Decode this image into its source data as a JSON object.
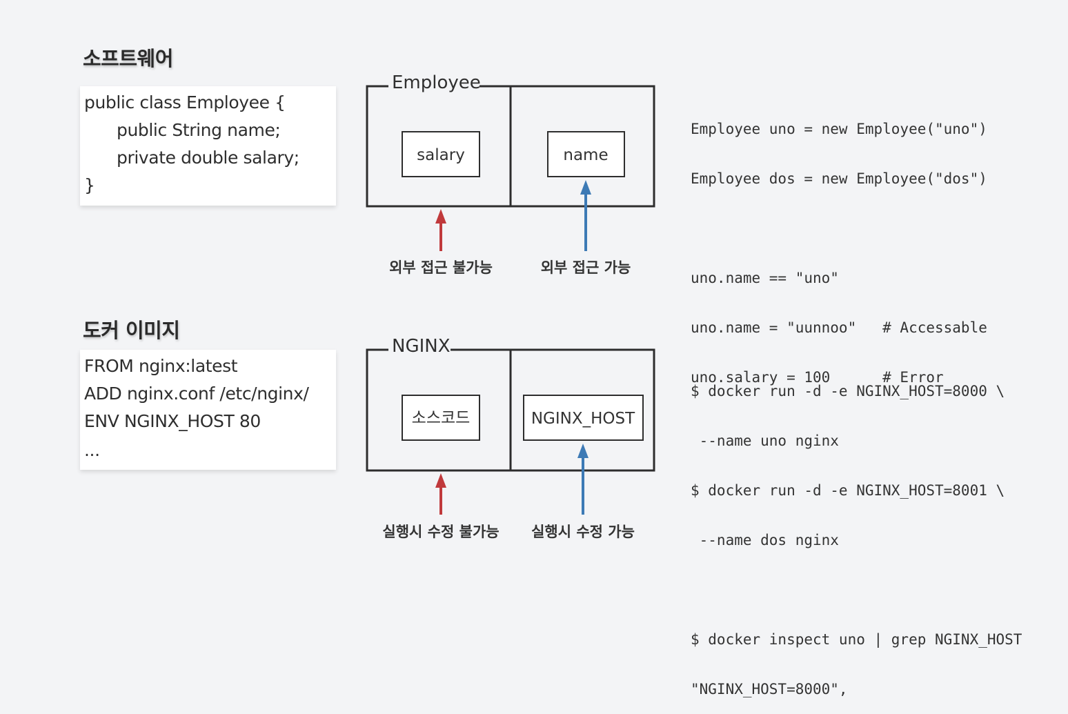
{
  "top": {
    "title": "소프트웨어",
    "code": [
      "public class Employee {",
      "public String name;",
      "private double salary;",
      "}"
    ],
    "box_label": "Employee",
    "left_field": "salary",
    "right_field": "name",
    "left_caption": "외부 접근 불가능",
    "right_caption": "외부 접근 가능",
    "console": [
      "Employee uno = new Employee(\"uno\")",
      "Employee dos = new Employee(\"dos\")",
      "",
      "uno.name == \"uno\"",
      "uno.name = \"uunnoo\"   # Accessable",
      "uno.salary = 100      # Error"
    ]
  },
  "bottom": {
    "title": "도커 이미지",
    "code": [
      "FROM nginx:latest",
      "ADD nginx.conf /etc/nginx/",
      "ENV NGINX_HOST 80",
      "..."
    ],
    "box_label": "NGINX",
    "left_field": "소스코드",
    "right_field": "NGINX_HOST",
    "left_caption": "실행시 수정 불가능",
    "right_caption": "실행시 수정 가능",
    "console": [
      "$ docker run -d -e NGINX_HOST=8000 \\",
      " --name uno nginx",
      "$ docker run -d -e NGINX_HOST=8001 \\",
      " --name dos nginx",
      "",
      "$ docker inspect uno | grep NGINX_HOST",
      "\"NGINX_HOST=8000\","
    ]
  },
  "colors": {
    "red_arrow": "#c0393b",
    "blue_arrow": "#3d7ab5",
    "box_stroke": "#2d2d2d"
  }
}
